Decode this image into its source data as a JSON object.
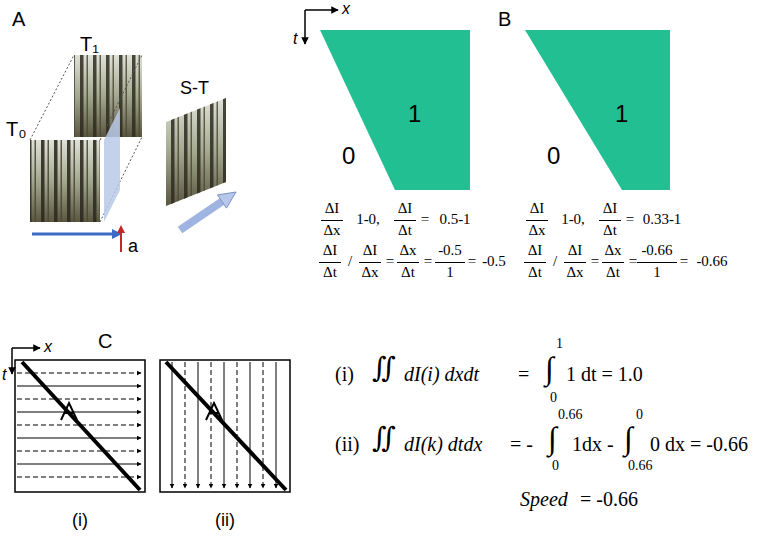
{
  "diagram": {
    "nodes": [
      {
        "text": [
          "0",
          "1"
        ]
      },
      {
        "text": [
          "0",
          "1"
        ]
      }
    ],
    "labels": [
      "A",
      "T₁",
      "T₀",
      "S-T",
      "a",
      "x",
      "t",
      "B",
      "ΔI",
      "Δx",
      "1-0,",
      "ΔI",
      "Δt",
      "=",
      "0.5-1",
      "ΔI",
      "Δt",
      "/",
      "ΔI",
      "Δx",
      "=",
      "Δx",
      "Δt",
      "=",
      "-0.5",
      "1",
      "=",
      "-0.5",
      "ΔI",
      "Δx",
      "1-0,",
      "ΔI",
      "Δt",
      "=",
      "0.33-1",
      "ΔI",
      "Δt",
      "/",
      "ΔI",
      "Δx",
      "=",
      "Δx",
      "Δt",
      "=",
      "-0.66",
      "1",
      "=",
      "-0.66",
      "C",
      "x",
      "t",
      "(i)",
      "(ii)",
      "(i)",
      "∬",
      "dI(i) dxdt",
      "=",
      "∫",
      "1",
      "0",
      "1 dt = 1.0",
      "(ii)",
      "∬",
      "dI(k) dtdx",
      "= -",
      "∫",
      "0.66",
      "0",
      "1dx -",
      "∫",
      "0",
      "0.66",
      "0 dx = -0.66",
      "Speed",
      "= -0.66"
    ]
  }
}
